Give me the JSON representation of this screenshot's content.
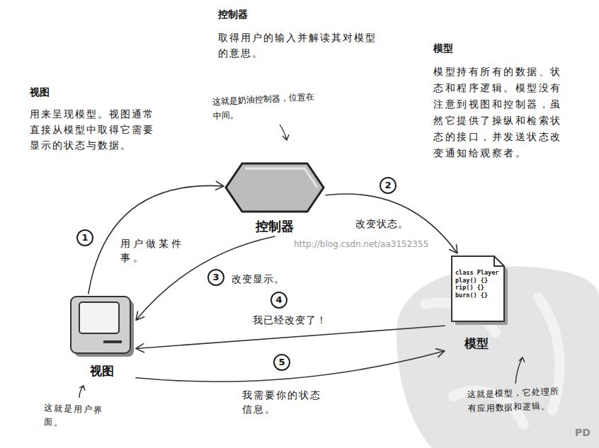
{
  "diagram": {
    "nodes": [
      {
        "text": [
          "控制器"
        ]
      },
      {
        "text": [
          "视图"
        ]
      },
      {
        "text": [
          "class Player play() {} rip() {} burn() {}",
          "模型"
        ]
      }
    ],
    "edges": [
      {
        "from": 1,
        "to": 0,
        "arrow": "to",
        "label": "用户做某件事。"
      },
      {
        "from": 0,
        "to": 2,
        "arrow": "to",
        "label": "改变状态。"
      },
      {
        "from": 0,
        "to": 1,
        "arrow": "to",
        "label": "改变显示。"
      },
      {
        "from": 2,
        "to": 1,
        "arrow": "to",
        "label": "我已经改变了！"
      },
      {
        "from": 1,
        "to": 2,
        "arrow": "to",
        "label": "我需要你的状态信息。"
      }
    ],
    "labels": [
      "视图",
      "用来呈现模型。视图通常直接从模型中取得它需要显示的状态与数据。",
      "控制器",
      "取得用户的输入并解读其对模型的意思。",
      "模型",
      "模型持有所有的数据、状态和程序逻辑。模型没有注意到视图和控制器，虽然它提供了操纵和检索状态的接口，并发送状态改变通知给观察者。",
      "这就是奶油控制器，位置在中间。",
      "1",
      "2",
      "3",
      "4",
      "5",
      "http://blog.csdn.net/aa3152355",
      "这就是用户界面。",
      "这就是模型，它处理所有应用数据和逻辑。",
      "PD"
    ]
  }
}
